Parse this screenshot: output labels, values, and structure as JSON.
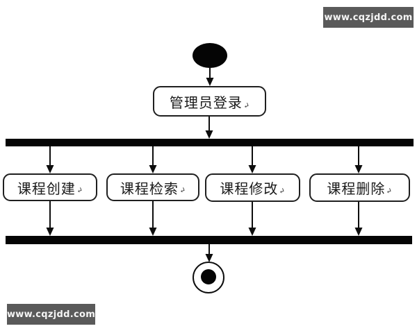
{
  "watermarks": {
    "top_right": "www.cqzjdd.com",
    "bottom_left": "www.cqzjdd.com"
  },
  "diagram": {
    "type": "uml-activity-diagram",
    "start_node_shape": "filled-black-ellipse",
    "end_node_shape": "bullseye-final-circle",
    "fork_join_shape": "solid-black-horizontal-bar",
    "paragraph_mark": "↵",
    "actions": {
      "login": "管理员登录"
    },
    "branches": [
      {
        "label": "课程创建"
      },
      {
        "label": "课程检索"
      },
      {
        "label": "课程修改"
      },
      {
        "label": "课程删除"
      }
    ]
  },
  "colors": {
    "background": "#ffffff",
    "line": "#0d0d0d",
    "bar": "#050505",
    "node_border": "#1f1f1f",
    "node_fill": "#ffffff",
    "text": "#1a1a1a",
    "watermark_bg": "#5a5a5a",
    "watermark_text": "#f5f5f5"
  }
}
